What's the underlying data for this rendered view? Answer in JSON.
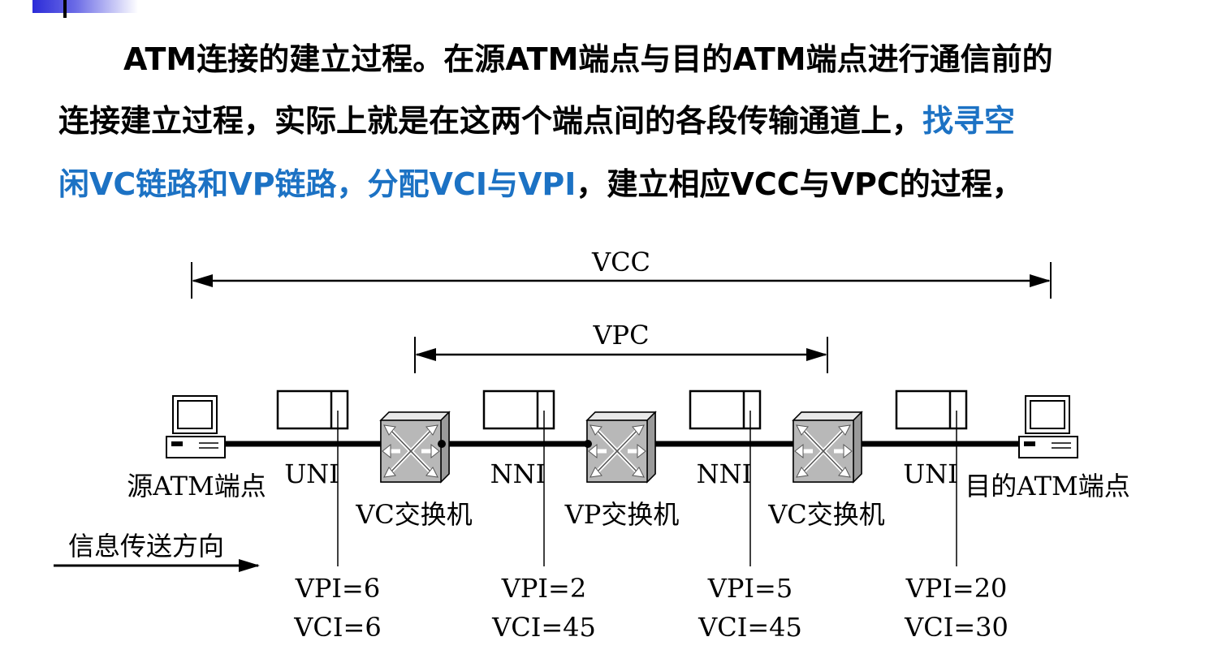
{
  "paragraph": {
    "line1": "ATM连接的建立过程。在源ATM端点与目的ATM端点进行通信前的",
    "line2_a": "连接建立过程，实际上就是在这两个端点间的各段传输通道上，",
    "line2_b": "找寻空",
    "line3_a": "闲VC链路和VP链路，分配VCI与VPI",
    "line3_b": "，建立相应VCC与VPC的过程，"
  },
  "colors": {
    "highlight": "#1c72c4",
    "text": "#000000"
  },
  "diagram": {
    "vcc_label": "VCC",
    "vpc_label": "VPC",
    "source_label": "源ATM端点",
    "dest_label": "目的ATM端点",
    "direction_label": "信息传送方向",
    "interfaces": [
      "UNI",
      "NNI",
      "NNI",
      "UNI"
    ],
    "switches": [
      "VC交换机",
      "VP交换机",
      "VC交换机"
    ],
    "ids": [
      {
        "vpi": "VPI=6",
        "vci": "VCI=6"
      },
      {
        "vpi": "VPI=2",
        "vci": "VCI=45"
      },
      {
        "vpi": "VPI=5",
        "vci": "VCI=45"
      },
      {
        "vpi": "VPI=20",
        "vci": "VCI=30"
      }
    ],
    "icons": [
      "computer-icon",
      "atm-cell-icon",
      "switch-icon",
      "arrow-right-icon"
    ]
  }
}
